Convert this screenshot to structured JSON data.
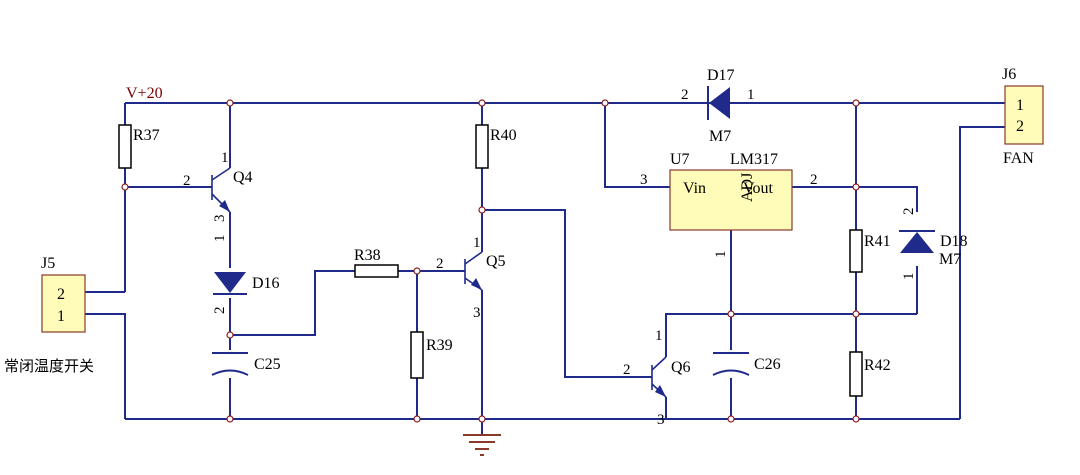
{
  "schematic": {
    "supply_label": "V+20",
    "resistors": [
      {
        "ref": "R37"
      },
      {
        "ref": "R38"
      },
      {
        "ref": "R39"
      },
      {
        "ref": "R40"
      },
      {
        "ref": "R41"
      },
      {
        "ref": "R42"
      }
    ],
    "transistors": [
      {
        "ref": "Q4",
        "pins": [
          "1",
          "2",
          "3"
        ]
      },
      {
        "ref": "Q5",
        "pins": [
          "1",
          "2",
          "3"
        ]
      },
      {
        "ref": "Q6",
        "pins": [
          "1",
          "2",
          "3"
        ]
      }
    ],
    "capacitors": [
      {
        "ref": "C25"
      },
      {
        "ref": "C26"
      }
    ],
    "diodes": [
      {
        "ref": "D16",
        "pins": [
          "1",
          "2"
        ]
      },
      {
        "ref": "D17",
        "value": "M7",
        "pins": [
          "2",
          "1"
        ]
      },
      {
        "ref": "D18",
        "value": "M7",
        "pins": [
          "2",
          "1"
        ]
      }
    ],
    "regulator": {
      "ref": "U7",
      "part": "LM317",
      "pin_vin": "Vin",
      "pin_adj": "ADJ",
      "pin_vout": "Vout",
      "pins": {
        "vin": "3",
        "vout": "2",
        "adj": "1"
      }
    },
    "connectors": [
      {
        "ref": "J5",
        "pins": [
          "2",
          "1"
        ],
        "caption": "常闭温度开关"
      },
      {
        "ref": "J6",
        "pins": [
          "1",
          "2"
        ],
        "caption": "FAN"
      }
    ]
  },
  "colors": {
    "wire": "#1f2a8a",
    "component_body": "#fffbb8",
    "junction": "#8a1d1d",
    "supply_text": "#7a0000"
  }
}
